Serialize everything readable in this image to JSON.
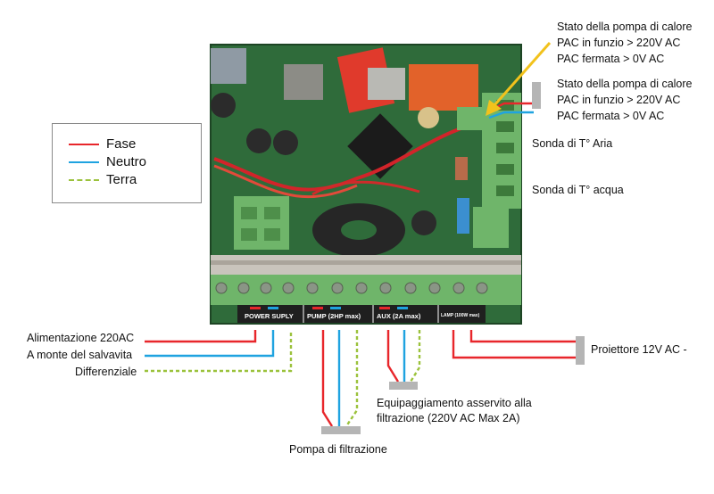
{
  "legend": {
    "phase": "Fase",
    "neutral": "Neutro",
    "earth": "Terra"
  },
  "colors": {
    "phase": "#e8262b",
    "neutral": "#1fa3e0",
    "earth": "#9bc23c",
    "board": "#2f6b3a",
    "terminal": "#6fb56a"
  },
  "board": {
    "terminal_labels": {
      "power": "POWER SUPLY",
      "pump": "PUMP (2HP max)",
      "aux": "AUX (2A max)",
      "lamp": "LAMP (100W max)"
    }
  },
  "labels": {
    "pac_status_1": [
      "Stato della pompa di calore",
      "PAC in funzio > 220V AC",
      "PAC fermata > 0V AC"
    ],
    "pac_status_2": [
      "Stato della pompa di calore",
      "PAC in funzio > 220V AC",
      "PAC fermata > 0V AC"
    ],
    "air_probe": "Sonda di T° Aria",
    "water_probe": "Sonda di T° acqua",
    "power_supply": "Alimentazione 220AC",
    "upstream": "A monte del salvavita",
    "differential": "Differenziale",
    "projector": "Proiettore 12V AC -",
    "filtration_equipment": [
      "Equipaggiamento asservito alla",
      "filtrazione (220V AC Max 2A)"
    ],
    "filtration_pump": "Pompa di filtrazione"
  }
}
